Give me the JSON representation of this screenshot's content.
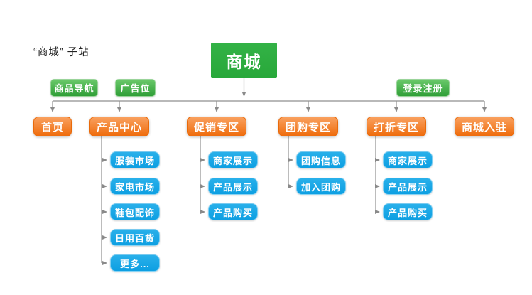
{
  "title": "“商城” 子站",
  "root": {
    "label": "商城"
  },
  "header_buttons": [
    {
      "label": "商品导航"
    },
    {
      "label": "广告位"
    },
    {
      "label": "登录注册"
    }
  ],
  "sections": [
    {
      "label": "首页",
      "children": []
    },
    {
      "label": "产品中心",
      "children": [
        {
          "label": "服装市场"
        },
        {
          "label": "家电市场"
        },
        {
          "label": "鞋包配饰"
        },
        {
          "label": "日用百货"
        },
        {
          "label": "更多..."
        }
      ]
    },
    {
      "label": "促销专区",
      "children": [
        {
          "label": "商家展示"
        },
        {
          "label": "产品展示"
        },
        {
          "label": "产品购买"
        }
      ]
    },
    {
      "label": "团购专区",
      "children": [
        {
          "label": "团购信息"
        },
        {
          "label": "加入团购"
        }
      ]
    },
    {
      "label": "打折专区",
      "children": [
        {
          "label": "商家展示"
        },
        {
          "label": "产品展示"
        },
        {
          "label": "产品购买"
        }
      ]
    },
    {
      "label": "商城入驻",
      "children": []
    }
  ],
  "colors": {
    "root_green": "#2bab3e",
    "button_green_top": "#6ac96a",
    "button_green_bottom": "#2f9e37",
    "section_orange_top": "#f9a05e",
    "section_orange_bottom": "#ef6c0c",
    "child_blue": "#14a5e6",
    "connector_gray": "#8f8f8f",
    "title_text": "#222222"
  }
}
